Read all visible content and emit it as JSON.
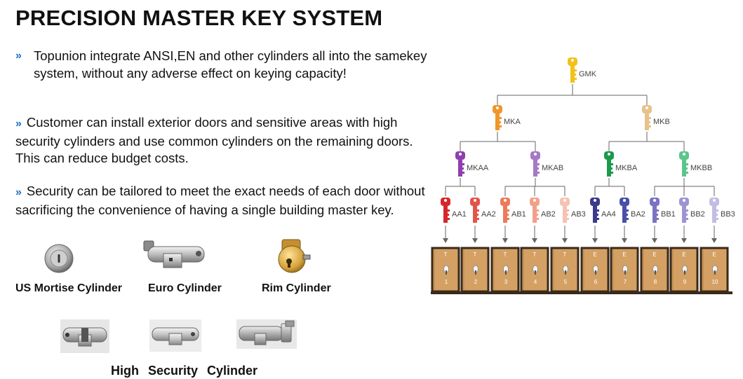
{
  "title": "PRECISION MASTER KEY SYSTEM",
  "bullet_symbol": "»",
  "paragraphs": [
    "Topunion integrate ANSI,EN and other cylinders all into the samekey system, without any adverse effect on keying capacity!",
    "Customer can install exterior doors and sensitive areas with high security cylinders and use common cylinders on the remaining doors. This can reduce budget costs.",
    "Security can be tailored to meet the exact needs of each door without sacrificing the convenience of having a single building master key."
  ],
  "cylinders": {
    "us_mortise": "US Mortise Cylinder",
    "euro": "Euro Cylinder",
    "rim": "Rim Cylinder",
    "high_security": "High  Security  Cylinder"
  },
  "key_tree": {
    "gmk": {
      "label": "GMK",
      "color": "#f2c21b"
    },
    "level2": [
      {
        "label": "MKA",
        "color": "#f0962a"
      },
      {
        "label": "MKB",
        "color": "#e8c28a"
      }
    ],
    "level3": [
      {
        "label": "MKAA",
        "color": "#8e3fb0"
      },
      {
        "label": "MKAB",
        "color": "#a57ac4"
      },
      {
        "label": "MKBA",
        "color": "#1c9a4b"
      },
      {
        "label": "MKBB",
        "color": "#5cc58a"
      }
    ],
    "level4": [
      {
        "label": "AA1",
        "color": "#d7262b"
      },
      {
        "label": "AA2",
        "color": "#e3554a"
      },
      {
        "label": "AB1",
        "color": "#ec7b5c"
      },
      {
        "label": "AB2",
        "color": "#f3a08a"
      },
      {
        "label": "AB3",
        "color": "#f6c2b3"
      },
      {
        "label": "AA4",
        "color": "#3b3a8c"
      },
      {
        "label": "BA2",
        "color": "#4a4fa8"
      },
      {
        "label": "BB1",
        "color": "#7b74c2"
      },
      {
        "label": "BB2",
        "color": "#9d95d1"
      },
      {
        "label": "BB3",
        "color": "#c3bde3"
      }
    ],
    "doors": [
      {
        "letter": "T",
        "number": "1"
      },
      {
        "letter": "T",
        "number": "2"
      },
      {
        "letter": "T",
        "number": "3"
      },
      {
        "letter": "T",
        "number": "4"
      },
      {
        "letter": "T",
        "number": "5"
      },
      {
        "letter": "E",
        "number": "6"
      },
      {
        "letter": "E",
        "number": "7"
      },
      {
        "letter": "E",
        "number": "8"
      },
      {
        "letter": "E",
        "number": "9"
      },
      {
        "letter": "E",
        "number": "10"
      }
    ],
    "door_color": "#d4a064",
    "door_frame_color": "#3a2a1a",
    "line_color": "#666666"
  }
}
